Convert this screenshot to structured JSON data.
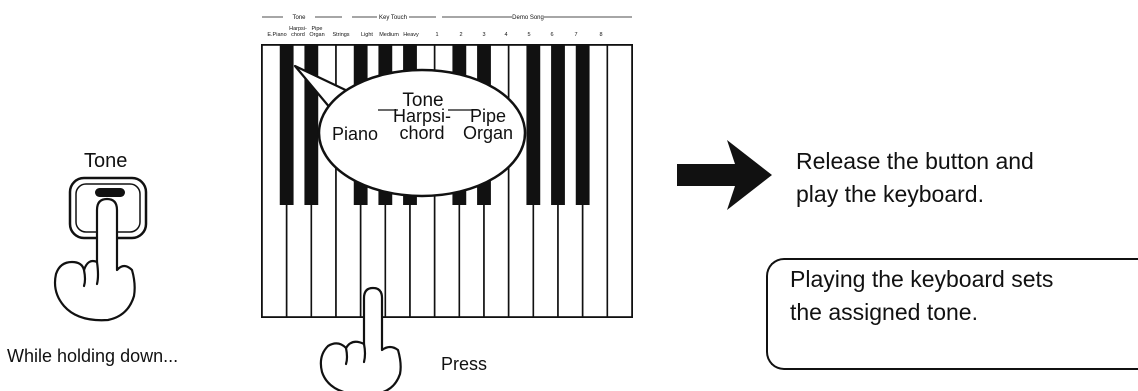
{
  "tone_button": {
    "label": "Tone"
  },
  "step_left": {
    "caption": "While holding down..."
  },
  "step_mid": {
    "caption": "Press"
  },
  "panel": {
    "group_headers": {
      "tone": "Tone",
      "key_touch": "Key Touch",
      "demo_song": "Demo Song"
    },
    "labels": [
      [
        "E.Piano"
      ],
      [
        "Harpsi-",
        "chord"
      ],
      [
        "Pipe",
        "Organ"
      ],
      [
        "Strings"
      ],
      [
        "Light"
      ],
      [
        "Medium"
      ],
      [
        "Heavy"
      ],
      [
        "1"
      ],
      [
        "2"
      ],
      [
        "3"
      ],
      [
        "4"
      ],
      [
        "5"
      ],
      [
        "6"
      ],
      [
        "7"
      ],
      [
        "8"
      ]
    ]
  },
  "callout": {
    "header": "Tone",
    "items": [
      [
        "Piano"
      ],
      [
        "Harpsi-",
        "chord"
      ],
      [
        "Pipe",
        "Organ"
      ]
    ]
  },
  "release_text": "Release the button and\nplay the keyboard.",
  "note_text": "Playing the keyboard sets\nthe assigned tone.",
  "colors": {
    "ink": "#111111",
    "paper": "#ffffff"
  }
}
